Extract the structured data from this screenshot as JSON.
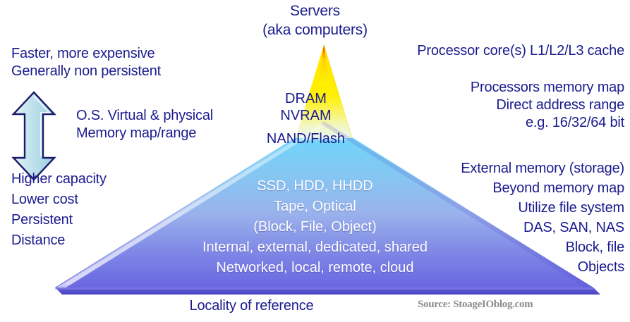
{
  "title": {
    "line1": "Servers",
    "line2": "(aka computers)"
  },
  "left": {
    "top": [
      "Faster, more expensive",
      "Generally non persistent"
    ],
    "middle": [
      "O.S. Virtual & physical",
      "Memory map/range"
    ],
    "bottom": [
      "Higher capacity",
      "Lower cost",
      "Persistent",
      "Distance"
    ]
  },
  "right": {
    "top": [
      "Processor core(s) L1/L2/L3 cache"
    ],
    "middle": [
      "Processors memory map",
      "Direct address range",
      "e.g. 16/32/64 bit"
    ],
    "bottom": [
      "External memory (storage)",
      "Beyond memory map",
      "Utilize file system",
      "DAS, SAN, NAS",
      "Block, file",
      "Objects"
    ]
  },
  "pyramid": {
    "tiers": [
      {
        "id": "dram",
        "label": "DRAM"
      },
      {
        "id": "nvram",
        "label": "NVRAM"
      },
      {
        "id": "nand",
        "label": "NAND/Flash"
      }
    ],
    "base_lines": [
      "SSD, HDD, HHDD",
      "Tape, Optical",
      "(Block, File, Object)",
      "Internal, external, dedicated, shared",
      "Networked, local, remote, cloud"
    ]
  },
  "footer": {
    "locality": "Locality of reference",
    "source": "Source: StoageIOblog.com"
  },
  "colors": {
    "text_blue": "#1b1b8f",
    "apex_red": "#e01000",
    "apex_yellow": "#ffe800",
    "flash_cyan": "#6fd3f7",
    "base_violet": "#6b68e2",
    "arrow_fill": "#c9e6ef",
    "arrow_stroke": "#1b1b6b",
    "source_gray": "#8c8c8c",
    "base_text": "#ffffff"
  }
}
